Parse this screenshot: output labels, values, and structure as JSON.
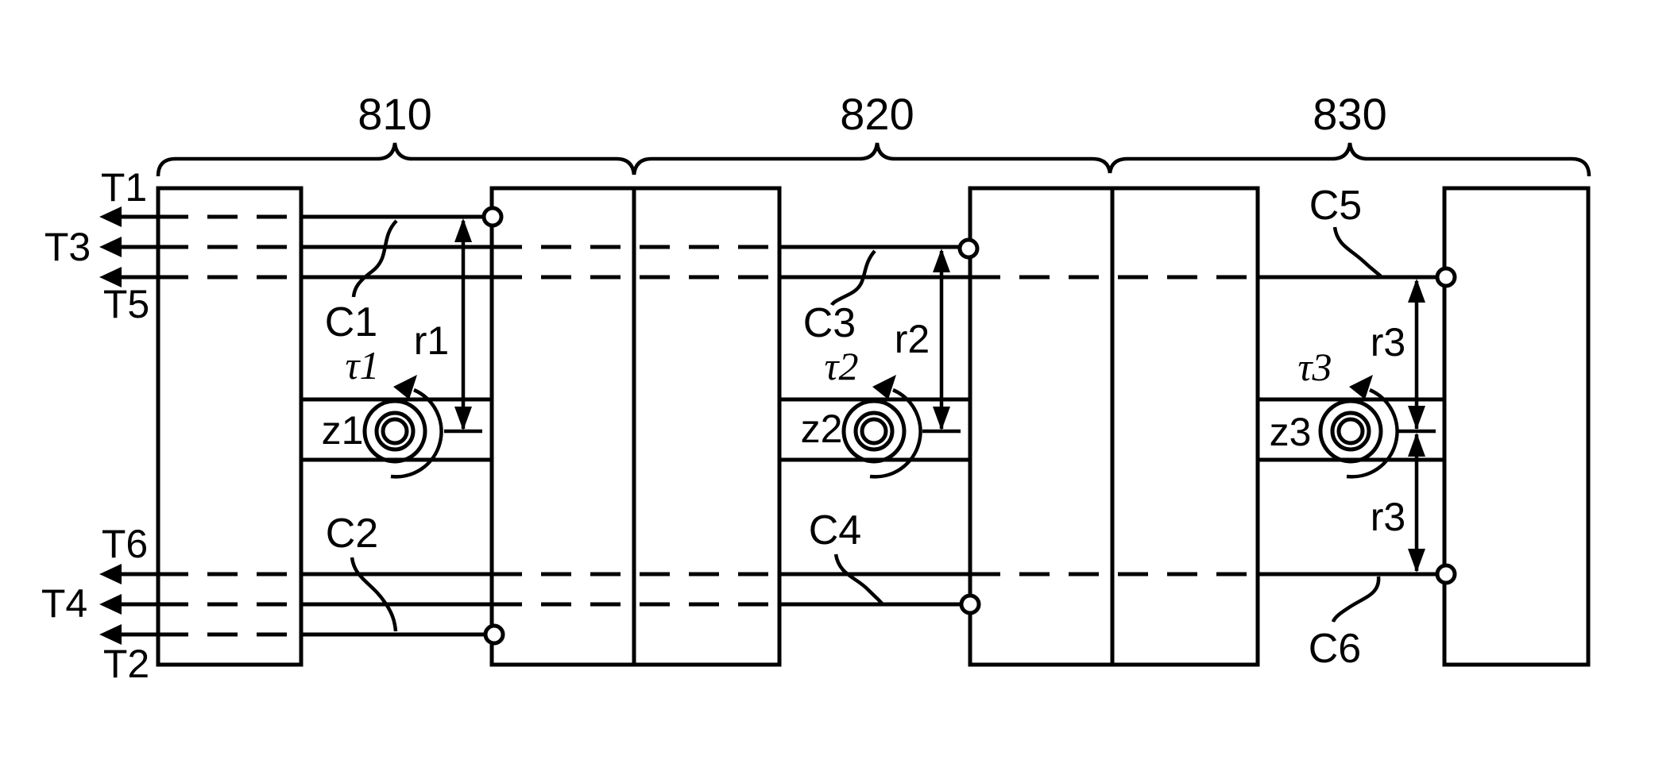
{
  "figure": {
    "type": "patent-kinematic-diagram",
    "colors": {
      "ink": "#000000",
      "paper": "#ffffff"
    },
    "sections": [
      {
        "ref": "810",
        "upper_component": "C1",
        "lower_component": "C2",
        "axis": "z1",
        "torque": "τ1",
        "radius_upper": "r1",
        "terminal_upper": "T1",
        "terminal_lower": "T2"
      },
      {
        "ref": "820",
        "upper_component": "C3",
        "lower_component": "C4",
        "axis": "z2",
        "torque": "τ2",
        "radius_upper": "r2",
        "terminal_upper": "T3",
        "terminal_lower": "T4"
      },
      {
        "ref": "830",
        "upper_component": "C5",
        "lower_component": "C6",
        "axis": "z3",
        "torque": "τ3",
        "radius_upper": "r3",
        "radius_lower": "r3",
        "terminal_upper": "T5",
        "terminal_lower": "T6"
      }
    ],
    "terminal_order_top": [
      "T1",
      "T3",
      "T5"
    ],
    "terminal_order_bottom": [
      "T6",
      "T4",
      "T2"
    ]
  }
}
